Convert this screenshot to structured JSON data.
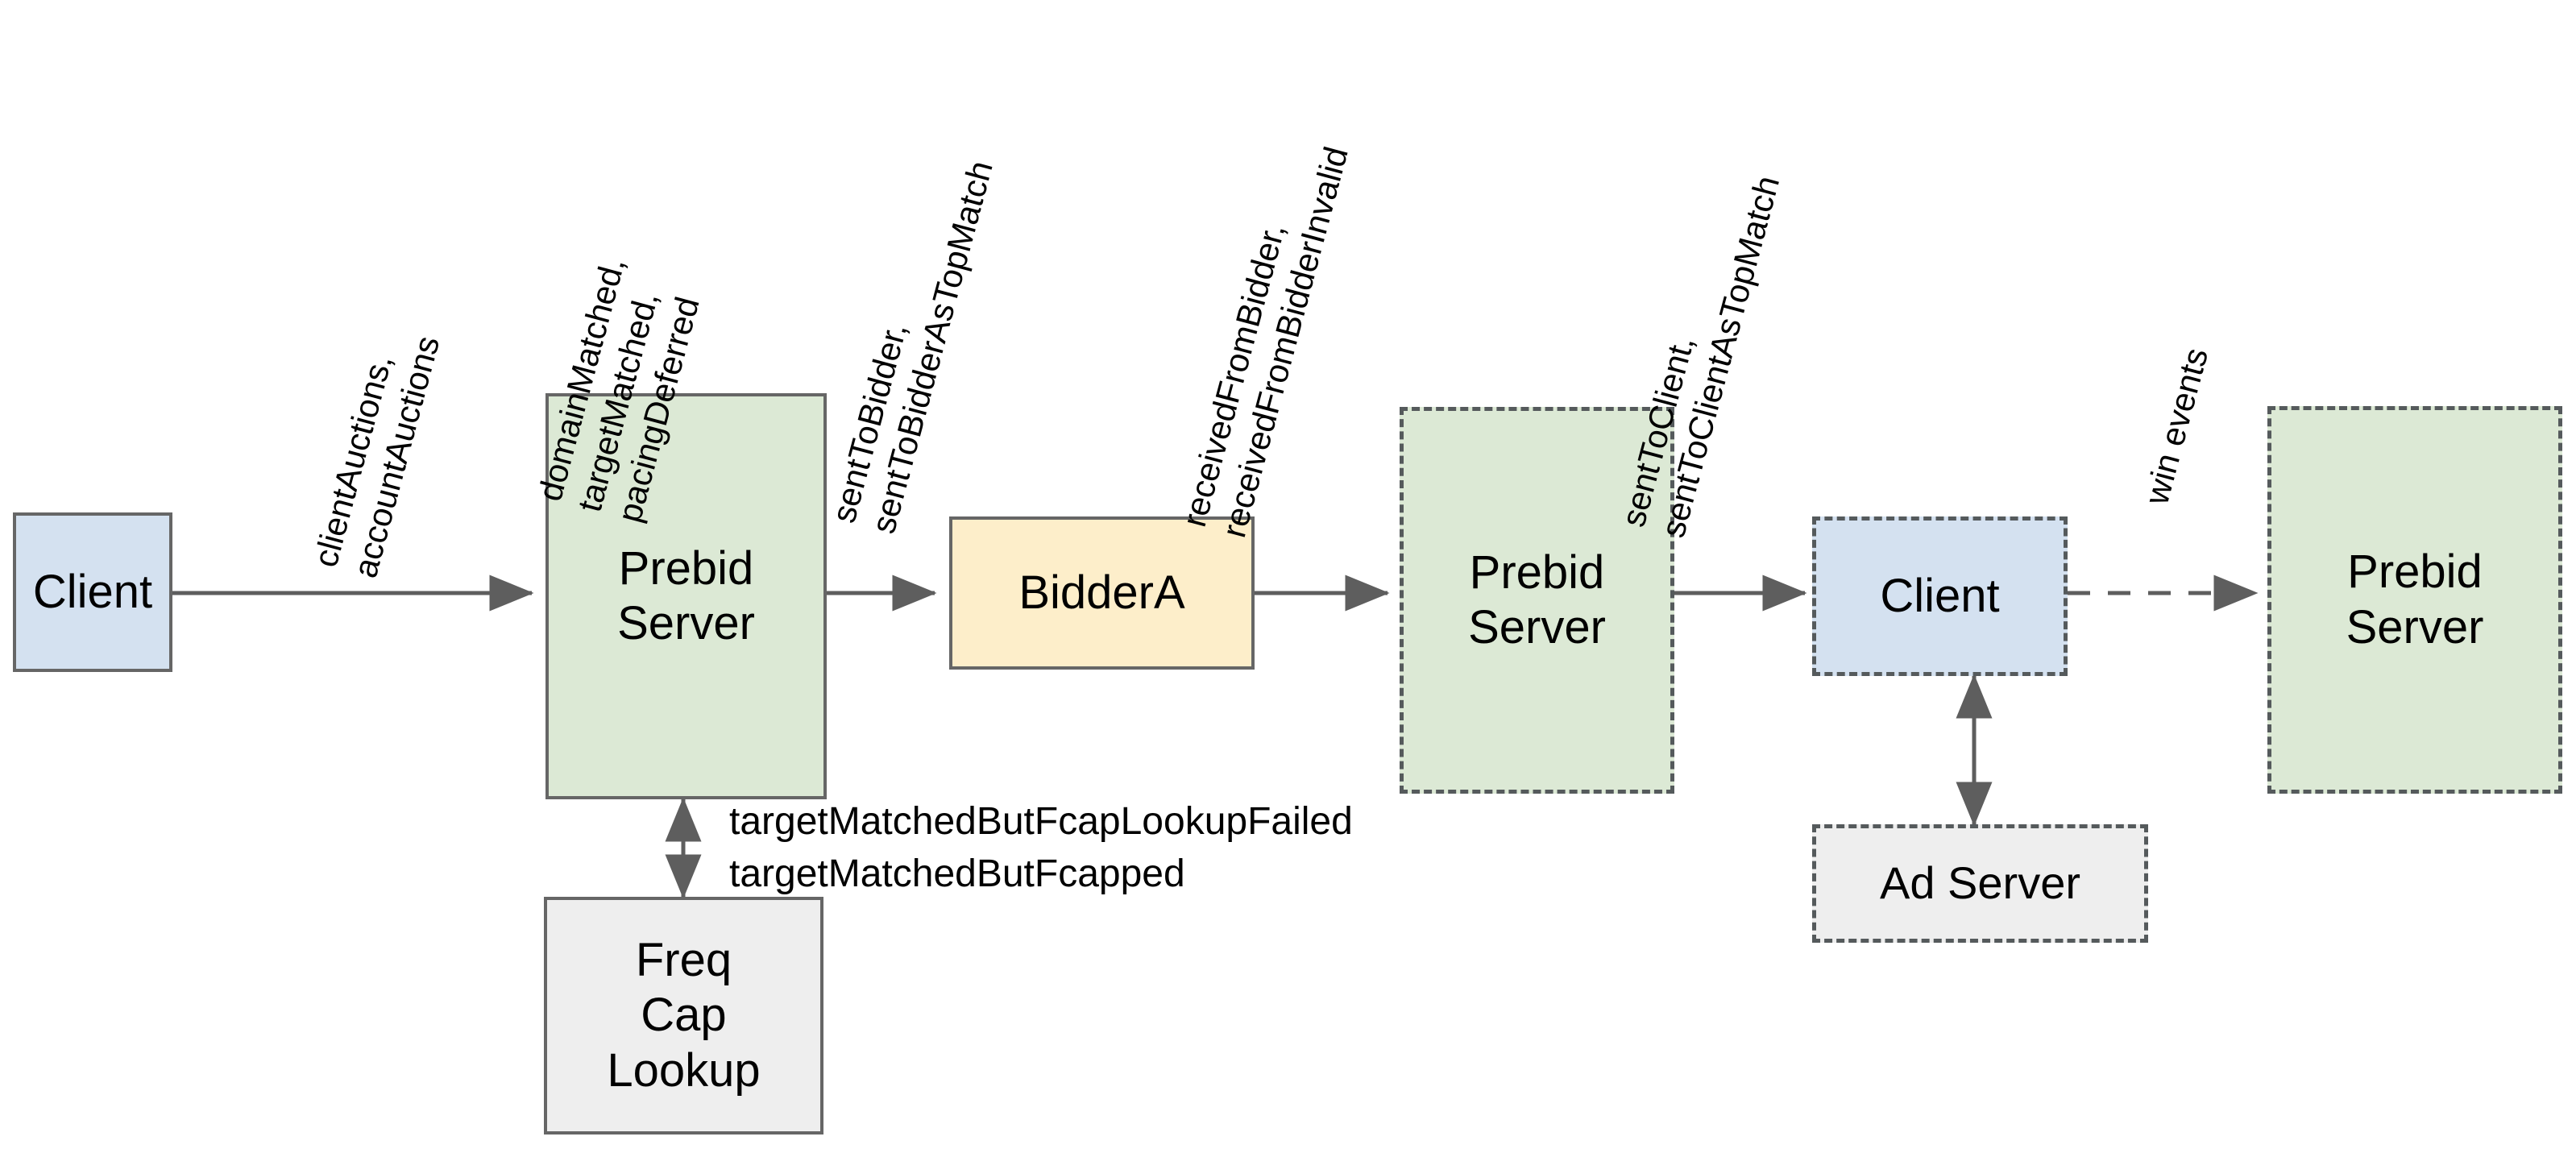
{
  "diagram": {
    "title": "Prebid Server auction metrics flow",
    "colors": {
      "green_fill": "#dce9d5",
      "blue_fill": "#d4e1f0",
      "yellow_fill": "#fdeeca",
      "gray_fill": "#eeeeee",
      "solid_border": "#666666",
      "dashed_border": "#555a5c",
      "arrow": "#5e5e5e",
      "text": "#000000",
      "background": "#ffffff"
    },
    "nodes": [
      {
        "id": "client-left",
        "label": "Client",
        "fill": "#d4e1f0",
        "border": "solid"
      },
      {
        "id": "prebid-server-1",
        "label": "Prebid\nServer",
        "fill": "#dce9d5",
        "border": "solid"
      },
      {
        "id": "bidder-a",
        "label": "BidderA",
        "fill": "#fdeeca",
        "border": "solid"
      },
      {
        "id": "prebid-server-2",
        "label": "Prebid\nServer",
        "fill": "#dce9d5",
        "border": "dashed"
      },
      {
        "id": "client-right",
        "label": "Client",
        "fill": "#d4e1f0",
        "border": "dashed"
      },
      {
        "id": "prebid-server-3",
        "label": "Prebid\nServer",
        "fill": "#dce9d5",
        "border": "dashed"
      },
      {
        "id": "freq-cap-lookup",
        "label": "Freq\nCap\nLookup",
        "fill": "#eeeeee",
        "border": "solid"
      },
      {
        "id": "ad-server",
        "label": "Ad Server",
        "fill": "#eeeeee",
        "border": "dashed"
      }
    ],
    "edge_labels": [
      {
        "id": "label-client-auctions",
        "text": "clientAuctions,\naccountAuctions"
      },
      {
        "id": "label-domain-matched",
        "text": "domainMatched,\ntargetMatched,\npacingDeferred"
      },
      {
        "id": "label-sent-to-bidder",
        "text": "sentToBidder,\nsentToBidderAsTopMatch"
      },
      {
        "id": "label-received-from-bidder",
        "text": "receivedFromBidder,\nreceivedFromBidderInvalid"
      },
      {
        "id": "label-sent-to-client",
        "text": "sentToClient,\nsentToClientAsTopMatch"
      },
      {
        "id": "label-win-events",
        "text": "win events"
      },
      {
        "id": "label-fcap",
        "text": "targetMatchedButFcapLookupFailed\ntargetMatchedButFcapped"
      }
    ],
    "edges": [
      {
        "id": "edge-client-to-prebid1",
        "from": "client-left",
        "to": "prebid-server-1",
        "style": "solid",
        "arrows": "one-way"
      },
      {
        "id": "edge-prebid1-to-bidder",
        "from": "prebid-server-1",
        "to": "bidder-a",
        "style": "solid",
        "arrows": "one-way"
      },
      {
        "id": "edge-bidder-to-prebid2",
        "from": "bidder-a",
        "to": "prebid-server-2",
        "style": "solid",
        "arrows": "one-way"
      },
      {
        "id": "edge-prebid2-to-client",
        "from": "prebid-server-2",
        "to": "client-right",
        "style": "solid",
        "arrows": "one-way"
      },
      {
        "id": "edge-client-to-prebid3",
        "from": "client-right",
        "to": "prebid-server-3",
        "style": "dashed",
        "arrows": "one-way"
      },
      {
        "id": "edge-prebid1-to-freqcap",
        "from": "prebid-server-1",
        "to": "freq-cap-lookup",
        "style": "solid",
        "arrows": "two-way"
      },
      {
        "id": "edge-client-to-adserver",
        "from": "client-right",
        "to": "ad-server",
        "style": "solid",
        "arrows": "two-way"
      }
    ]
  }
}
